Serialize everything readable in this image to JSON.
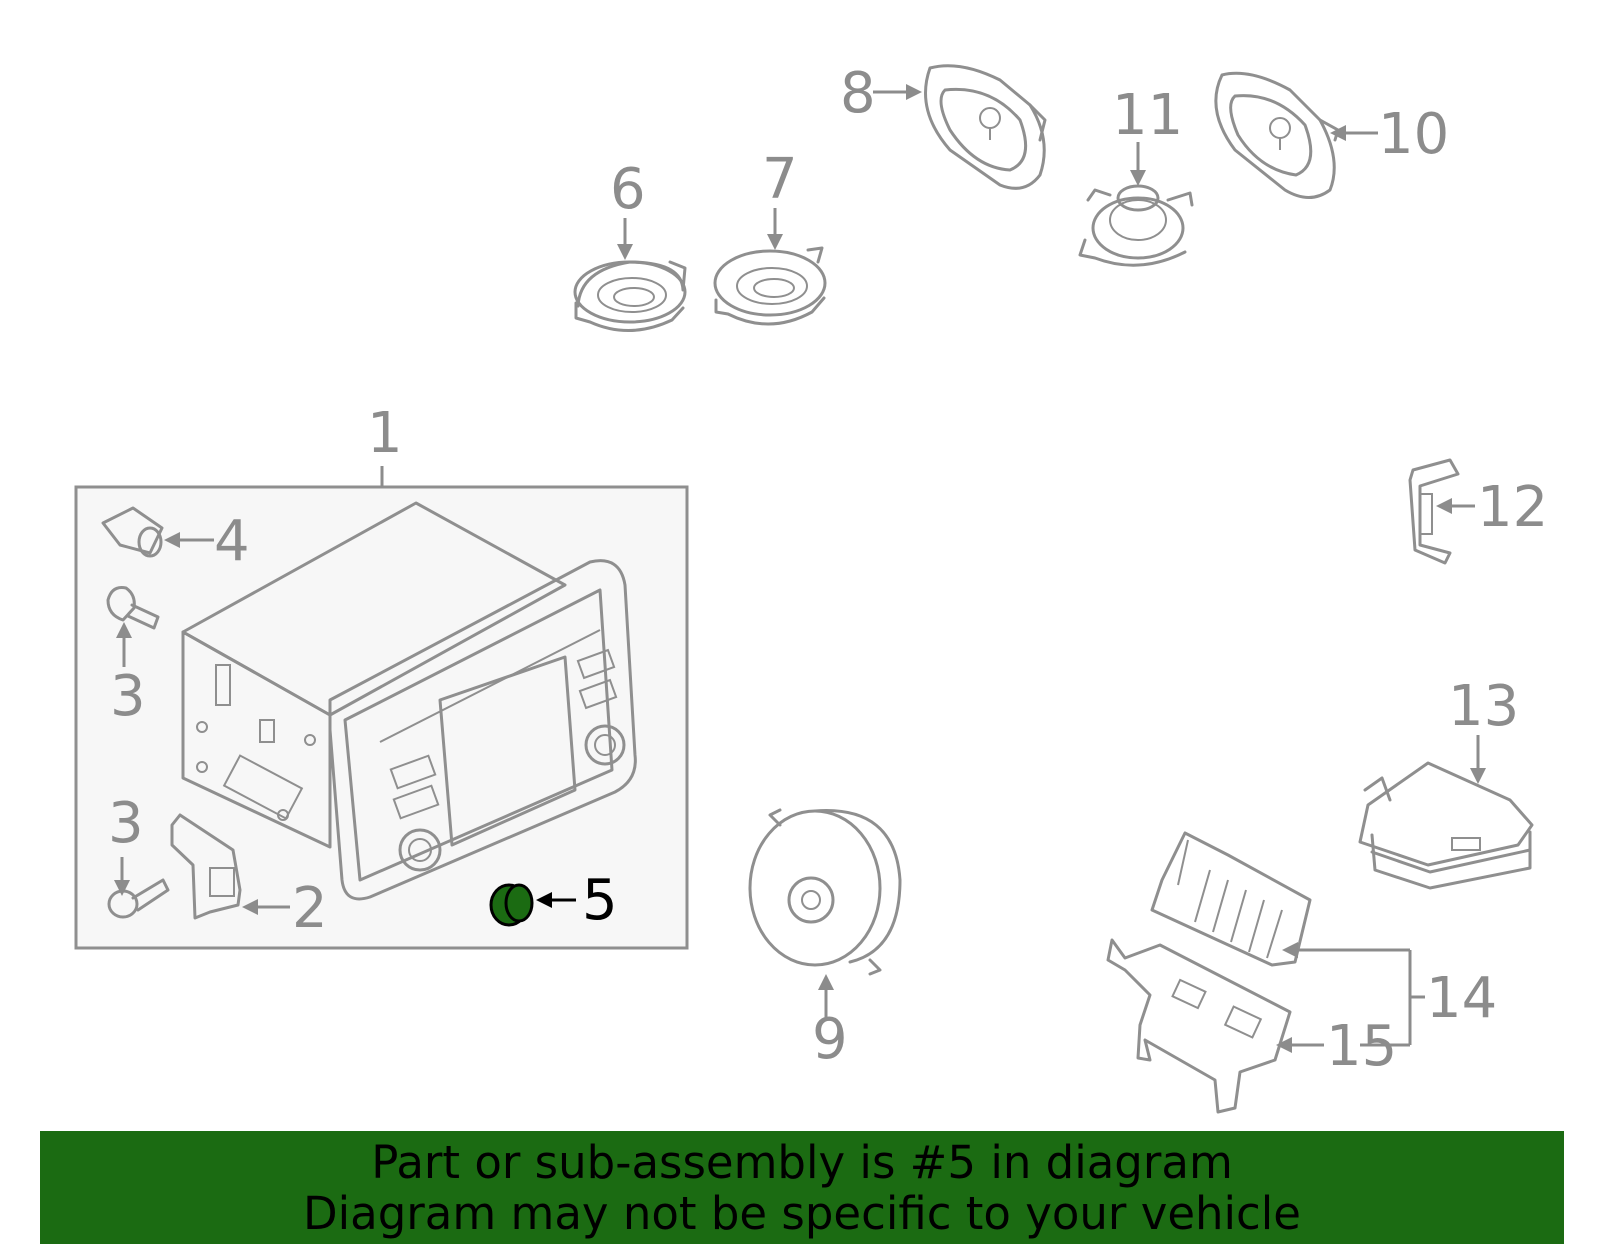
{
  "callouts": {
    "c1": "1",
    "c2": "2",
    "c3a": "3",
    "c3b": "3",
    "c4": "4",
    "c5": "5",
    "c6": "6",
    "c7": "7",
    "c8": "8",
    "c9": "9",
    "c10": "10",
    "c11": "11",
    "c12": "12",
    "c13": "13",
    "c14": "14",
    "c15": "15"
  },
  "highlight": {
    "part": "5",
    "color": "#1b6b12"
  },
  "banner": {
    "line1": "Part or sub-assembly is #5 in diagram",
    "line2": "Diagram may not be specific to your vehicle",
    "background": "#1b6b12"
  }
}
